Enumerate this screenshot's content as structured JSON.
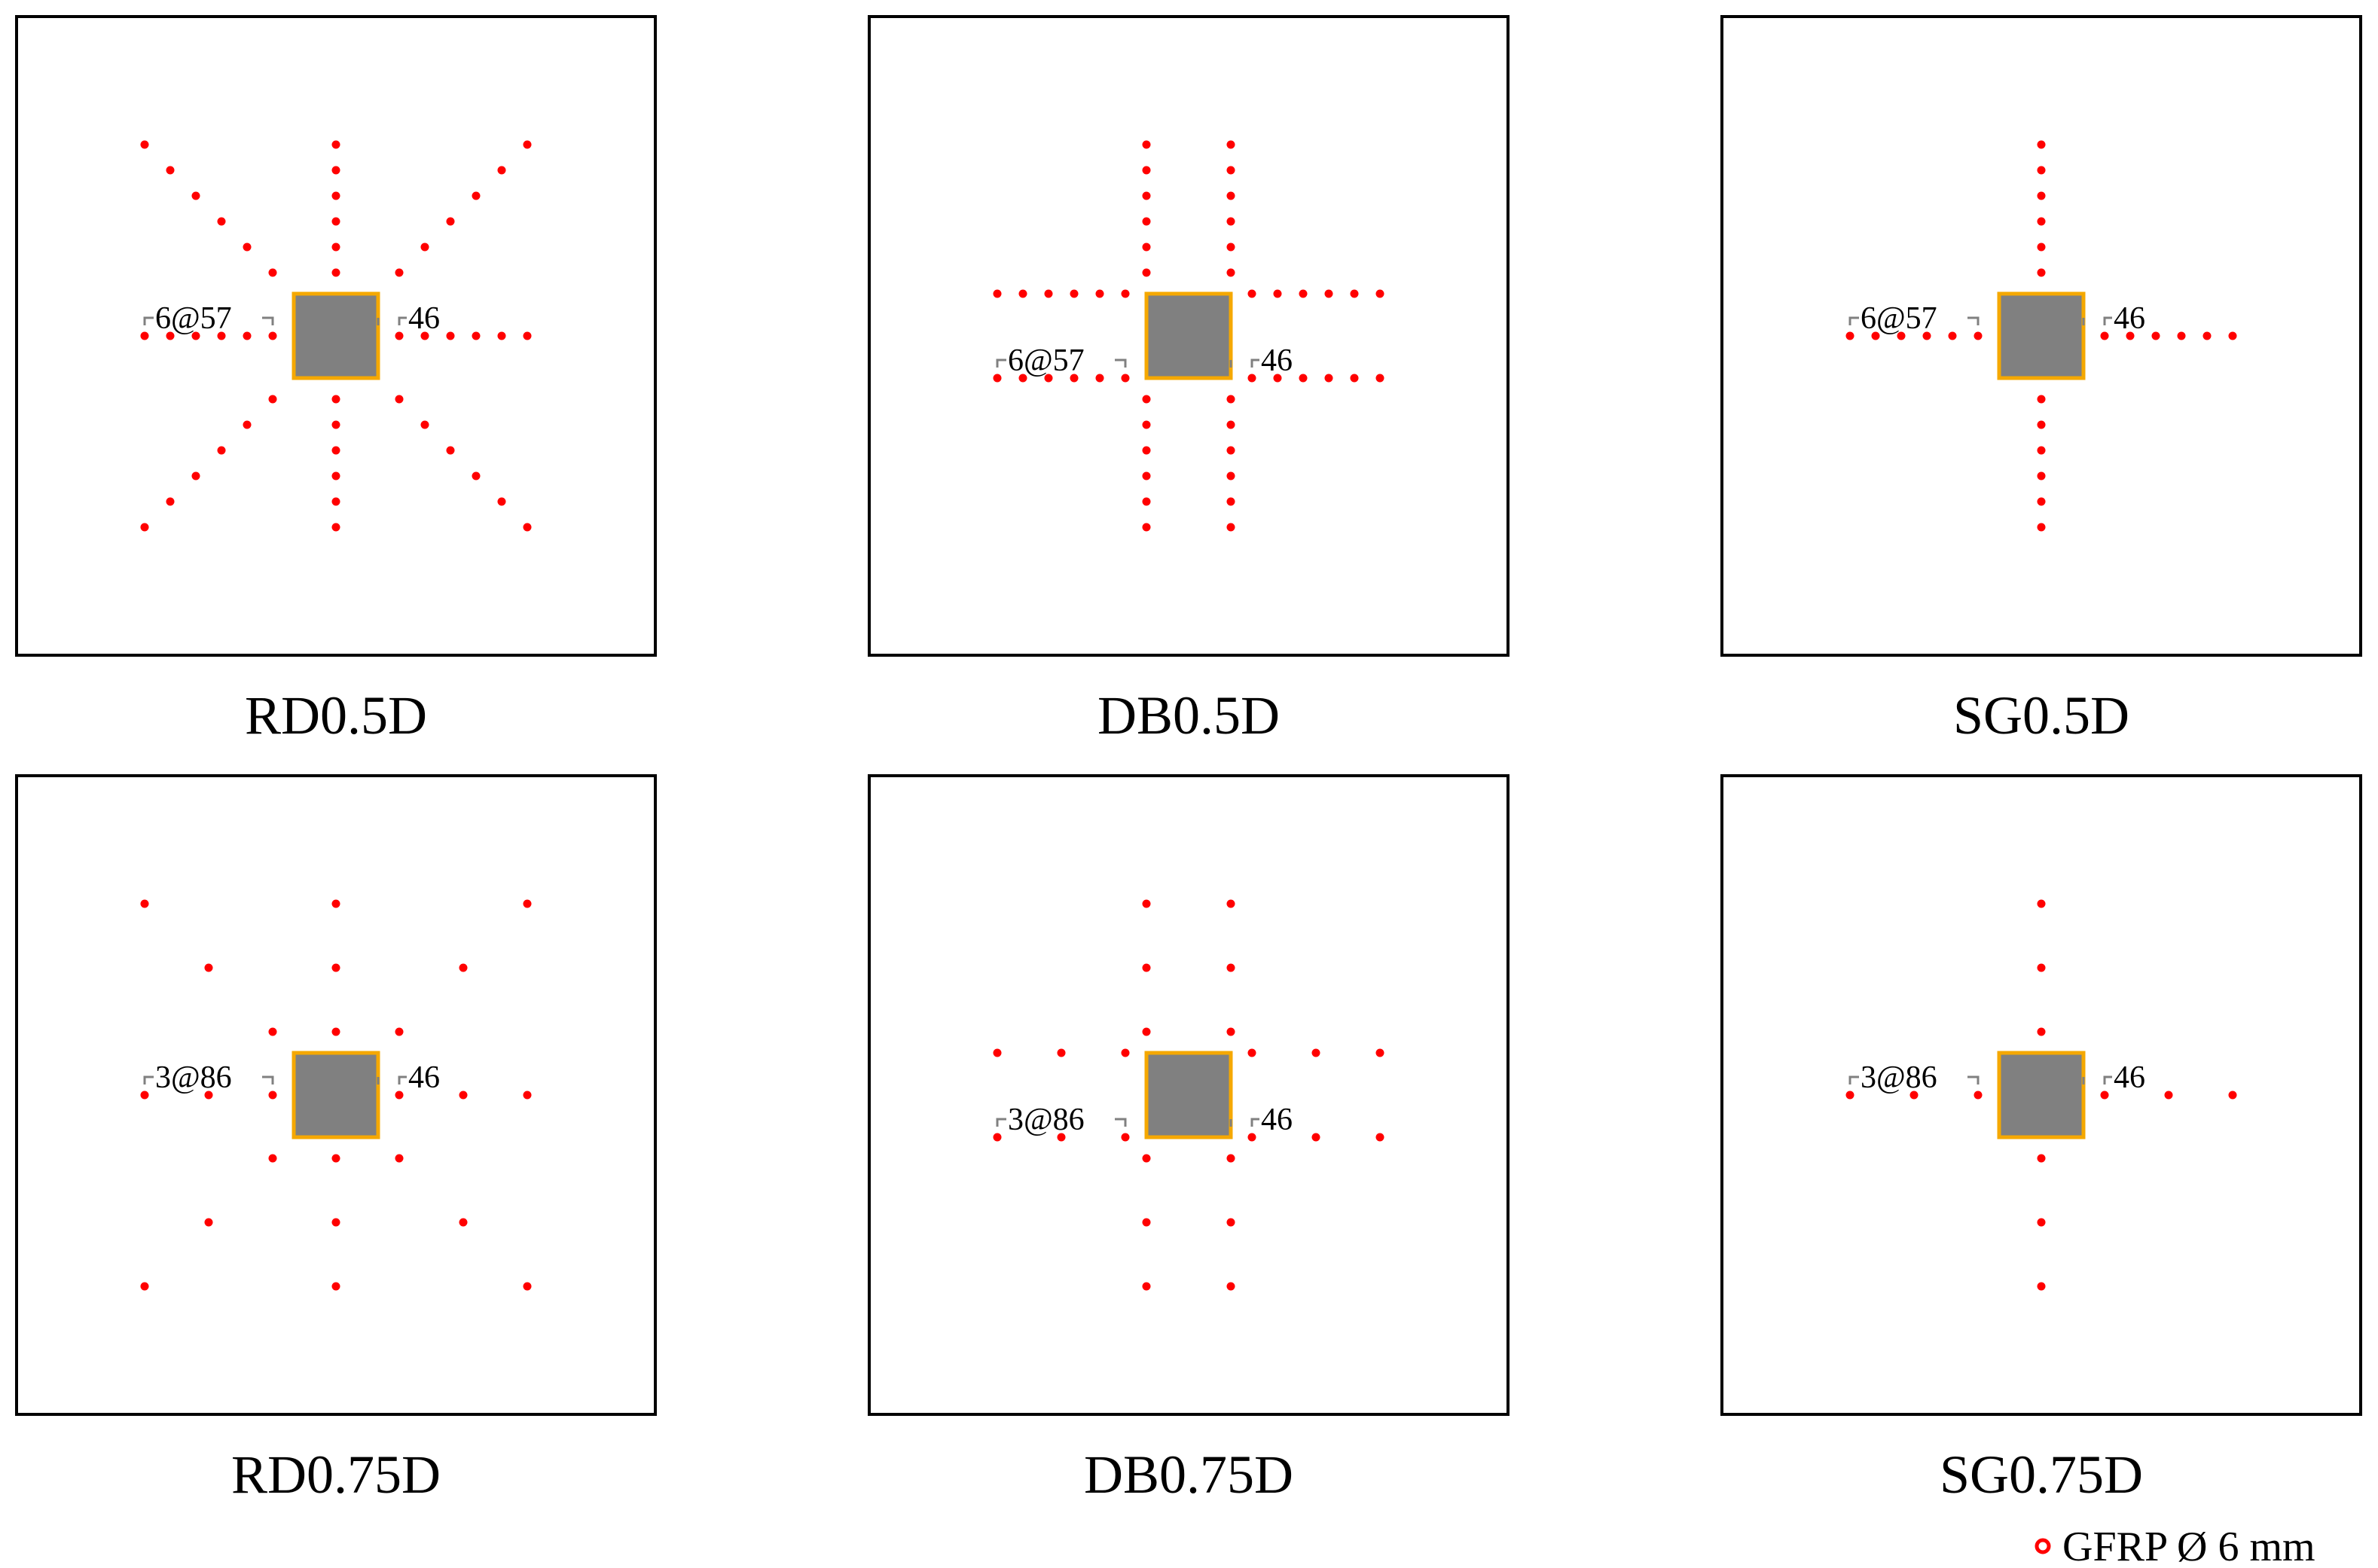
{
  "panels": [
    {
      "id": "RD0.5D",
      "label": "RD0.5D",
      "layout": "radial",
      "studs_per_line": 6,
      "spacing": "57",
      "dim_label": "6@57",
      "edge_label": "46"
    },
    {
      "id": "DB0.5D",
      "label": "DB0.5D",
      "layout": "double",
      "studs_per_line": 6,
      "spacing": "57",
      "dim_label": "6@57",
      "edge_label": "46"
    },
    {
      "id": "SG0.5D",
      "label": "SG0.5D",
      "layout": "single",
      "studs_per_line": 6,
      "spacing": "57",
      "dim_label": "6@57",
      "edge_label": "46"
    },
    {
      "id": "RD0.75D",
      "label": "RD0.75D",
      "layout": "radial",
      "studs_per_line": 3,
      "spacing": "86",
      "dim_label": "3@86",
      "edge_label": "46"
    },
    {
      "id": "DB0.75D",
      "label": "DB0.75D",
      "layout": "double",
      "studs_per_line": 3,
      "spacing": "86",
      "dim_label": "3@86",
      "edge_label": "46"
    },
    {
      "id": "SG0.75D",
      "label": "SG0.75D",
      "layout": "single",
      "studs_per_line": 3,
      "spacing": "86",
      "dim_label": "3@86",
      "edge_label": "46"
    }
  ],
  "legend": {
    "label": "GFRP Ø 6 mm",
    "icon": "open-circle-marker"
  },
  "colors": {
    "stud": "#ff0000",
    "column_fill": "#808080",
    "column_edge": "#f5a800",
    "dimension": "#808080",
    "border": "#000000"
  }
}
